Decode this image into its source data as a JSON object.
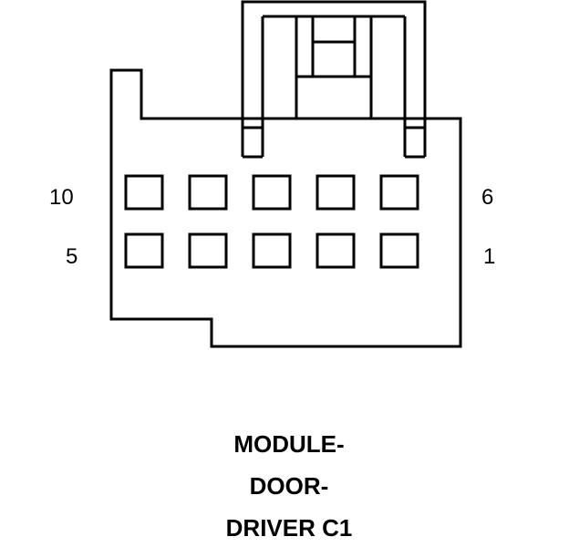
{
  "connector": {
    "pin_labels": {
      "top_left": "10",
      "top_right": "6",
      "bottom_left": "5",
      "bottom_right": "1"
    },
    "pin_rows": 2,
    "pins_per_row": 5
  },
  "caption": {
    "line1": "MODULE-",
    "line2": "DOOR-",
    "line3": "DRIVER C1"
  }
}
